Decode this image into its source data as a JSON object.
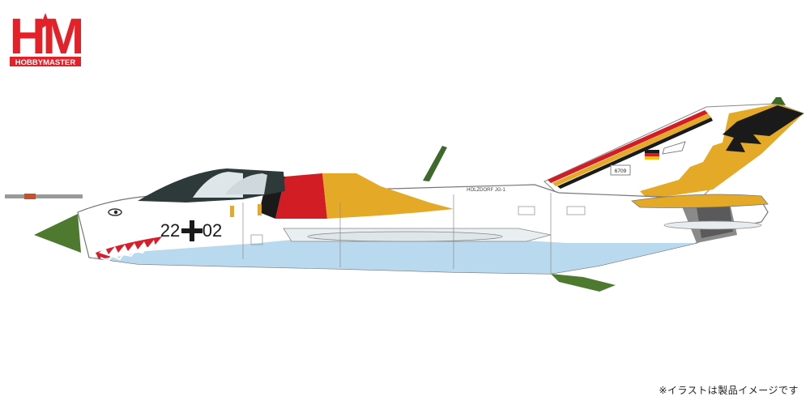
{
  "logo": {
    "monogram": "HM",
    "brand": "HOBBYMASTER",
    "color": "#e32129"
  },
  "aircraft": {
    "serial": "22",
    "serial_suffix": "02",
    "tail_number": "6709",
    "unit_text": "HOLZDORF JG-1",
    "shark_mouth_color": "#d81e2a",
    "belly_color": "#b9d9ee",
    "nose_color": "#4d7a2e",
    "stripe_colors": [
      "#d21d24",
      "#e4a927",
      "#1a1a1a"
    ]
  },
  "disclaimer": "※イラストは製品イメージです"
}
